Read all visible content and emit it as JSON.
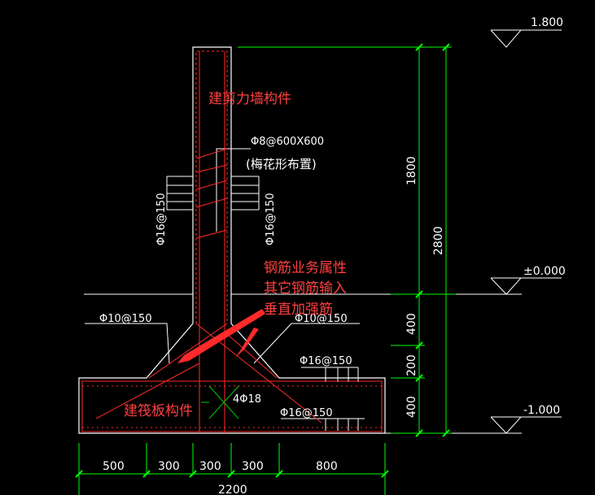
{
  "elevations": {
    "top": "1.800",
    "ground": "±0.000",
    "bottom": "-1.000"
  },
  "vertical_dims": {
    "upper": "1800",
    "total": "2800",
    "d400a": "400",
    "d200": "200",
    "d400b": "400"
  },
  "rebar_labels": {
    "plum": "Φ8@600X600",
    "plum_note": "(梅花形布置)",
    "left_wall": "Φ16@150",
    "right_wall": "Φ16@150",
    "haunch_left": "Φ10@150",
    "haunch_right": "Φ10@150",
    "slab_top": "Φ16@150",
    "slab_bottom": "Φ16@150",
    "center": "4Φ18"
  },
  "annotations": {
    "wall": "建剪力墙构件",
    "note_line1": "钢筋业务属性",
    "note_line2": "其它钢筋输入",
    "note_line3": "垂直加强筋",
    "raft": "建筏板构件"
  },
  "horizontal_dims": {
    "d500": "500",
    "d300a": "300",
    "d300b": "300",
    "d300c": "300",
    "d800": "800",
    "total": "2200"
  },
  "colors": {
    "outline": "#ffffff",
    "rebar": "#ff2a2a",
    "dimension": "#00ff00",
    "reinforce": "#00cc00",
    "annotation": "#ff4040"
  }
}
